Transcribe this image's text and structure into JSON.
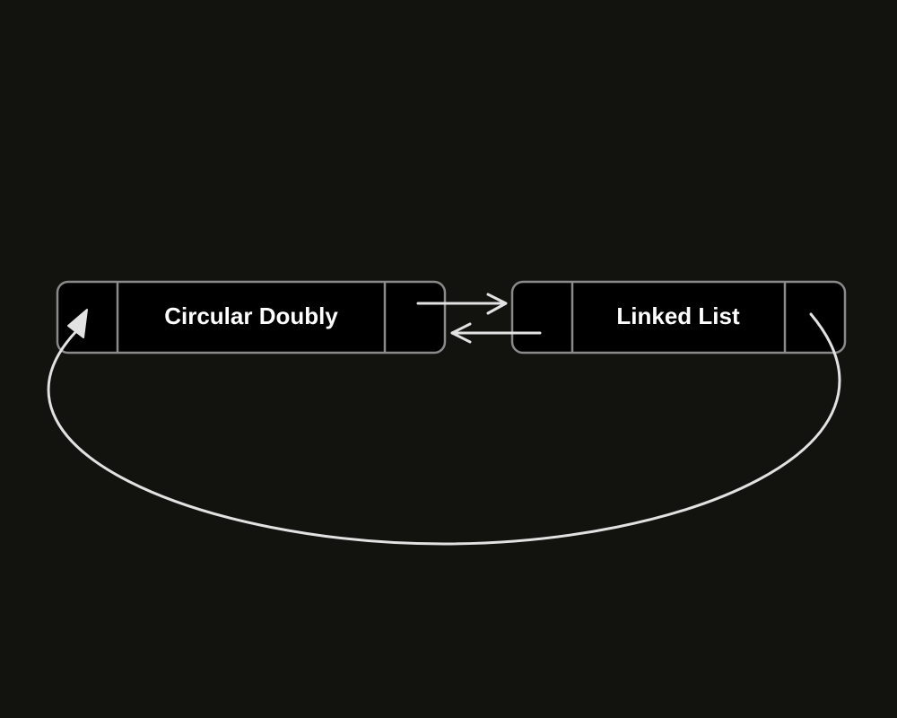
{
  "diagram": {
    "nodes": [
      {
        "id": "node-1",
        "label": "Circular Doubly"
      },
      {
        "id": "node-2",
        "label": "Linked List"
      }
    ],
    "edges": [
      {
        "from": "node-1",
        "to": "node-2",
        "kind": "next-pointer"
      },
      {
        "from": "node-2",
        "to": "node-1",
        "kind": "prev-pointer"
      },
      {
        "from": "node-2",
        "to": "node-1",
        "kind": "circular-wrap"
      }
    ],
    "colors": {
      "background": "#12120f",
      "node_fill": "#000000",
      "node_stroke": "#8a8a8a",
      "edge_stroke": "#e2e2e2",
      "text": "#ffffff"
    }
  }
}
